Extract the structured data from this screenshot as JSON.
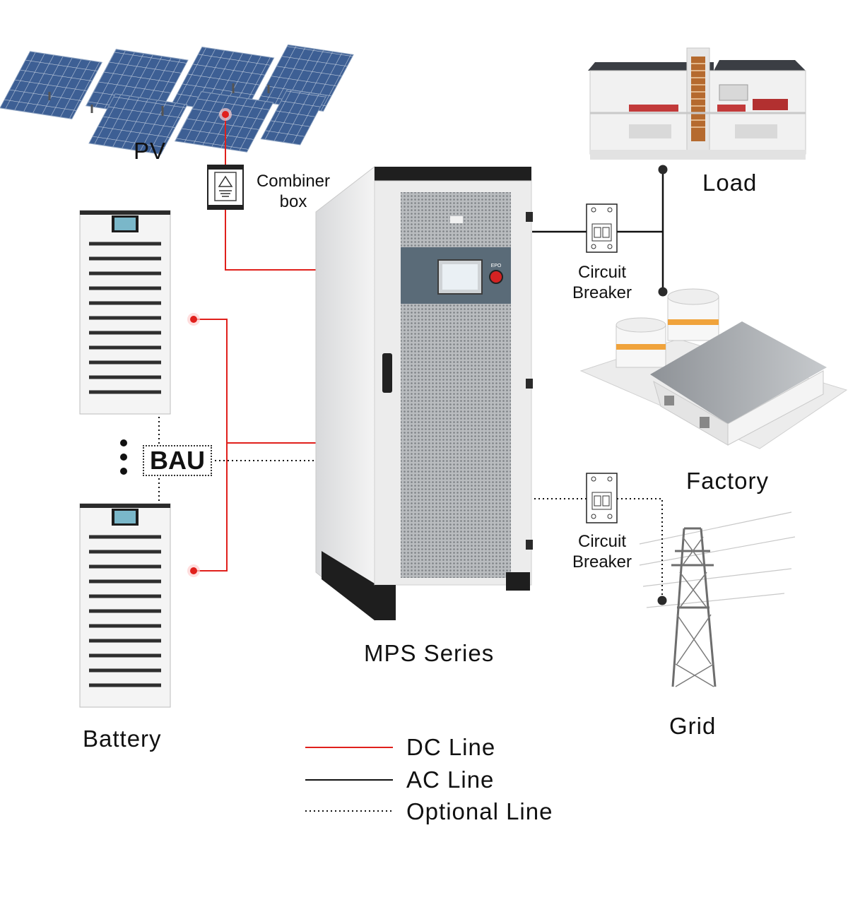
{
  "labels": {
    "pv": "PV",
    "combiner_box": [
      "Combiner",
      "box"
    ],
    "load": "Load",
    "factory": "Factory",
    "circuit_breaker_top": [
      "Circuit",
      "Breaker"
    ],
    "circuit_breaker_bottom": [
      "Circuit",
      "Breaker"
    ],
    "bau": "BAU",
    "mps_series": "MPS Series",
    "battery": "Battery",
    "grid": "Grid",
    "cabinet_button": "EPO"
  },
  "legend": [
    {
      "line_style": "solid",
      "color": "#e0201c",
      "label": "DC Line"
    },
    {
      "line_style": "solid",
      "color": "#111111",
      "label": "AC Line"
    },
    {
      "line_style": "dotted",
      "color": "#111111",
      "label": "Optional Line"
    }
  ],
  "colors": {
    "dc_line": "#e0201c",
    "ac_line": "#111111",
    "optional_line": "#111111",
    "cabinet_body": "#eeeeee",
    "cabinet_panel": "#5a6b78",
    "solar_cell": "#3d5f94"
  }
}
